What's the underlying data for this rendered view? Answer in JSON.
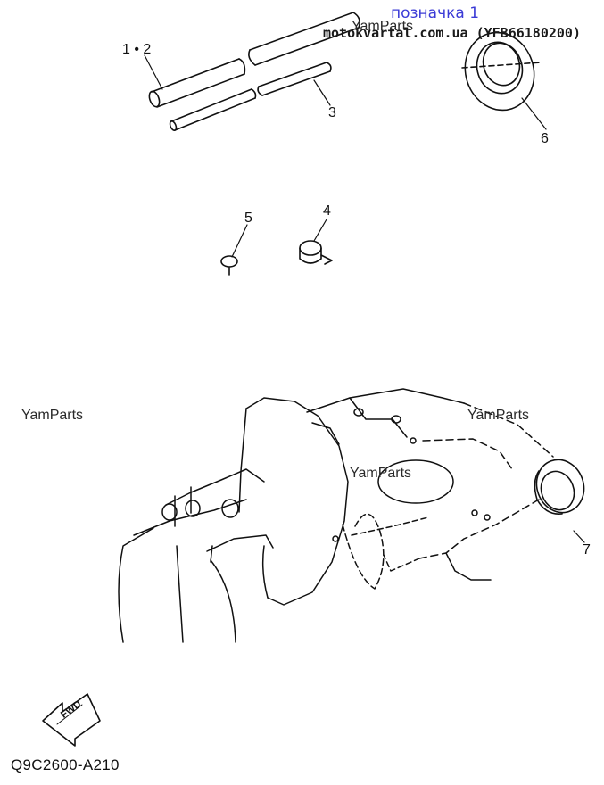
{
  "header": {
    "marker_label": "позначка 1",
    "site_text": "motokvartal.com.ua (YFB66180200)"
  },
  "watermarks": [
    "YamParts",
    "YamParts",
    "YamParts",
    "YamParts"
  ],
  "callouts": {
    "p12": "1 • 2",
    "p3": "3",
    "p4": "4",
    "p5": "5",
    "p6": "6",
    "p7": "7"
  },
  "fwd_label": "FWD",
  "diagram_code": "Q9C2600-A210"
}
